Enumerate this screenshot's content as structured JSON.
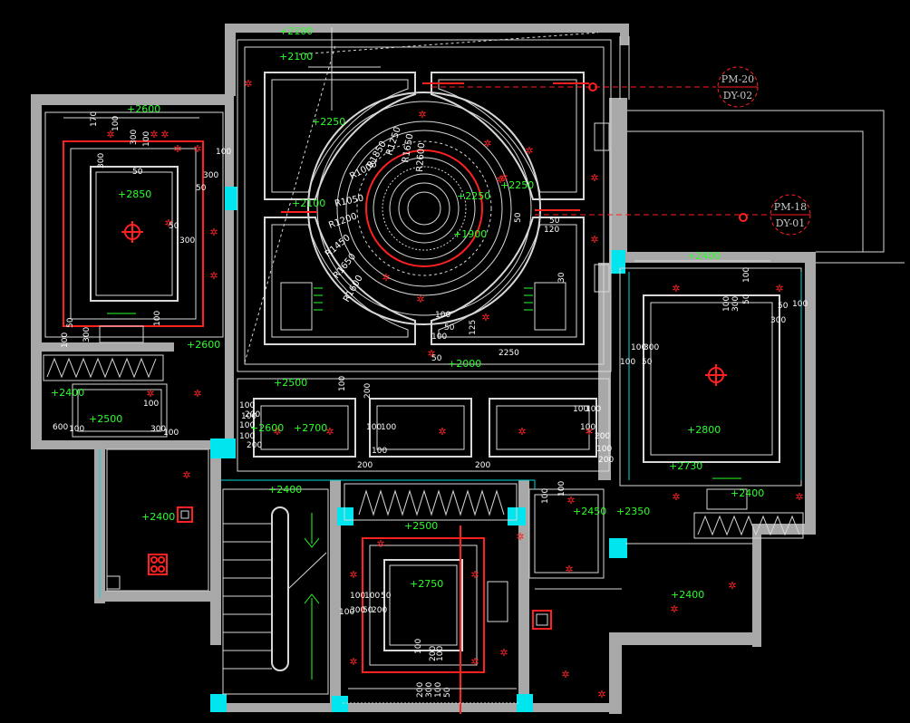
{
  "drawing": {
    "level_tags": [
      {
        "id": "l1",
        "text": "+2100"
      },
      {
        "id": "l2",
        "text": "+2100"
      },
      {
        "id": "l3",
        "text": "+2250"
      },
      {
        "id": "l4",
        "text": "+2100"
      },
      {
        "id": "l5",
        "text": "+2250"
      },
      {
        "id": "l6",
        "text": "+2250"
      },
      {
        "id": "l7",
        "text": "+1900"
      },
      {
        "id": "l8",
        "text": "+2600"
      },
      {
        "id": "l9",
        "text": "+2850"
      },
      {
        "id": "l10",
        "text": "+2600"
      },
      {
        "id": "l11",
        "text": "+2400"
      },
      {
        "id": "l12",
        "text": "+2500"
      },
      {
        "id": "l13",
        "text": "+2000"
      },
      {
        "id": "l14",
        "text": "+2500"
      },
      {
        "id": "l15",
        "text": "+2600"
      },
      {
        "id": "l16",
        "text": "+2700"
      },
      {
        "id": "l17",
        "text": "+2400"
      },
      {
        "id": "l18",
        "text": "+2400"
      },
      {
        "id": "l19",
        "text": "+2800"
      },
      {
        "id": "l20",
        "text": "+2730"
      },
      {
        "id": "l21",
        "text": "+2400"
      },
      {
        "id": "l22",
        "text": "+2500"
      },
      {
        "id": "l23",
        "text": "+2750"
      },
      {
        "id": "l24",
        "text": "+2450"
      },
      {
        "id": "l25",
        "text": "+2350"
      },
      {
        "id": "l26",
        "text": "+2400"
      },
      {
        "id": "l27",
        "text": "+2400"
      }
    ],
    "dimensions": [
      "170",
      "100",
      "300",
      "100",
      "300",
      "50",
      "300",
      "50",
      "50",
      "300",
      "100",
      "100",
      "50",
      "300",
      "100",
      "100",
      "300",
      "100",
      "600",
      "100",
      "100",
      "100",
      "100",
      "200",
      "100",
      "200",
      "100",
      "100",
      "100",
      "200",
      "100",
      "100",
      "200",
      "200",
      "100",
      "100",
      "200",
      "100",
      "50",
      "125",
      "100",
      "50",
      "2250",
      "100",
      "300",
      "100",
      "50",
      "100",
      "300",
      "50",
      "100",
      "100",
      "300",
      "50",
      "100",
      "100",
      "300",
      "100",
      "50",
      "200",
      "50",
      "200",
      "300",
      "100",
      "50",
      "100",
      "200",
      "100",
      "100",
      "100",
      "100",
      "200",
      "30",
      "120",
      "50",
      "50"
    ],
    "radii": [
      "R1050",
      "R1200",
      "R1450",
      "R1650",
      "R1600",
      "R1000",
      "R1850",
      "R1250",
      "R1650",
      "R2600"
    ],
    "callouts": [
      {
        "id": "c1",
        "top": "PM-20",
        "bottom": "DY-02"
      },
      {
        "id": "c2",
        "top": "PM-18",
        "bottom": "DY-01"
      }
    ],
    "colors": {
      "wall": "#a8a8a8",
      "column": "#00e5ee",
      "level": "#2bff2b",
      "accent": "#ff2020",
      "line": "#d8d8d8"
    }
  }
}
